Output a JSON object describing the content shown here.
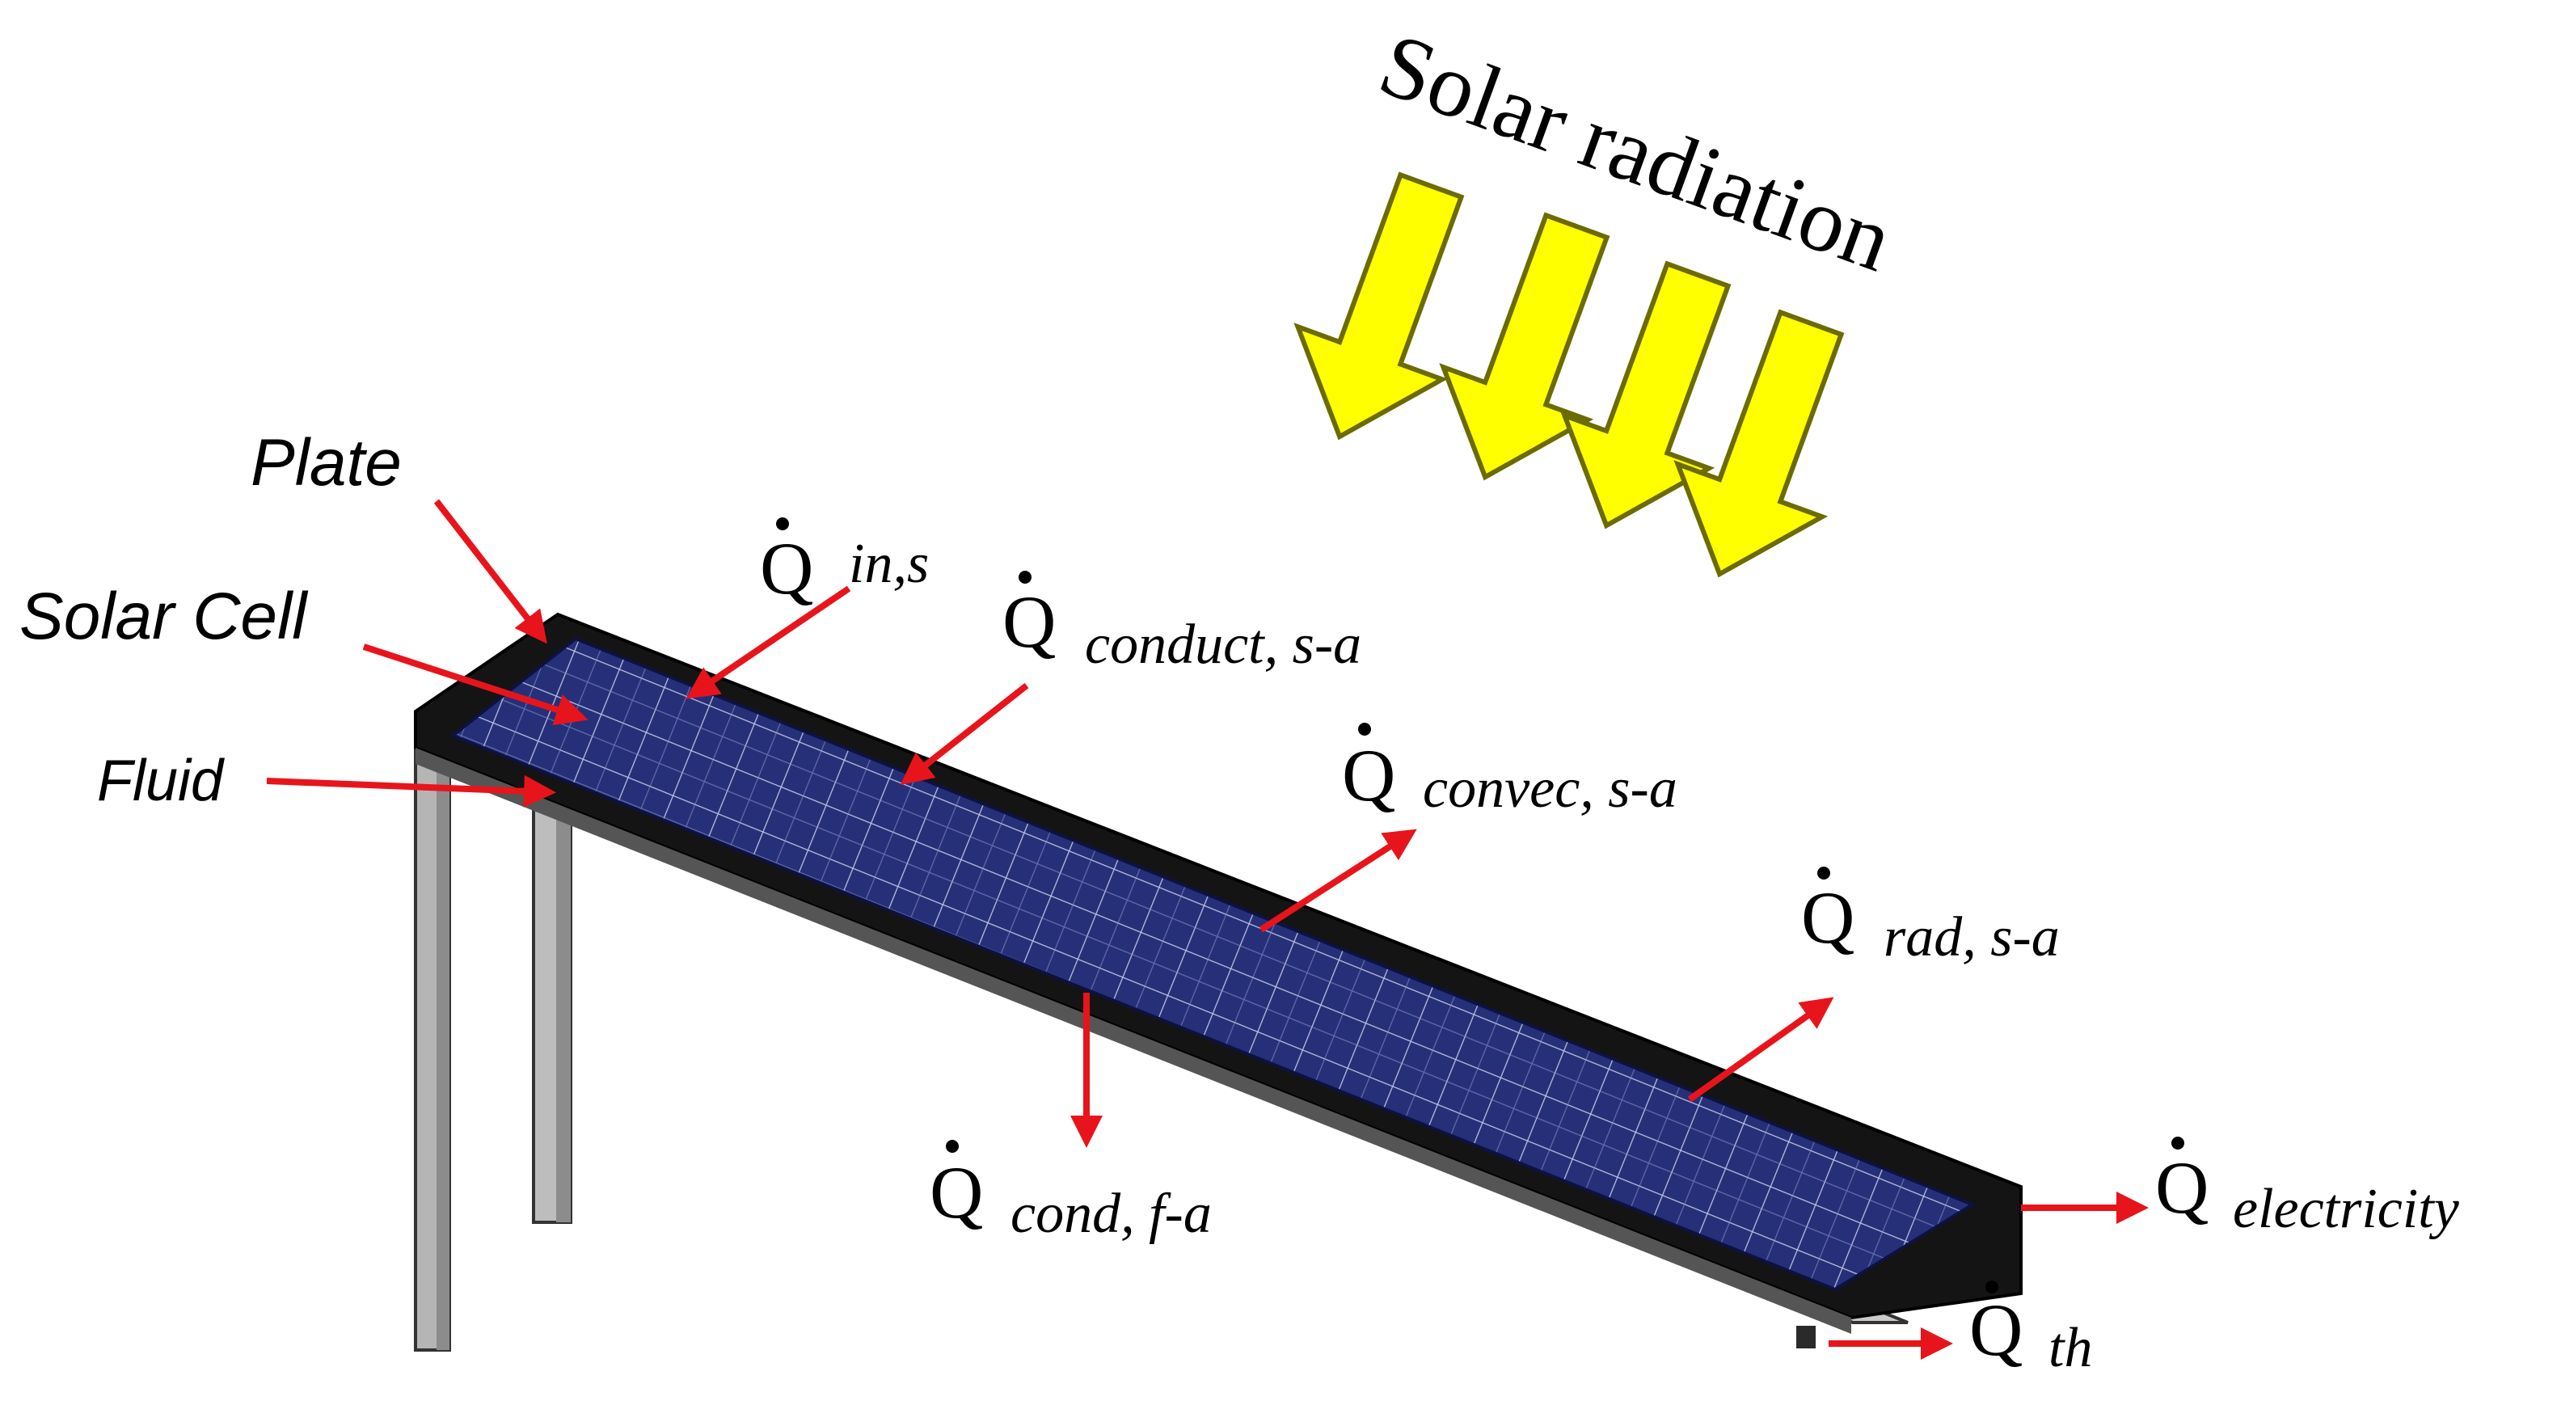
{
  "title": "Solar radiation",
  "labels": {
    "plate": "Plate",
    "solar_cell": "Solar Cell",
    "fluid": "Fluid"
  },
  "heat_flows": [
    {
      "symbol": "Q",
      "subscript": "in,s"
    },
    {
      "symbol": "Q",
      "subscript": "conduct, s-a"
    },
    {
      "symbol": "Q",
      "subscript": "convec, s-a"
    },
    {
      "symbol": "Q",
      "subscript": "rad, s-a"
    },
    {
      "symbol": "Q",
      "subscript": "cond, f-a"
    },
    {
      "symbol": "Q",
      "subscript": "electricity"
    },
    {
      "symbol": "Q",
      "subscript": "th"
    }
  ],
  "colors": {
    "arrow_red": "#e8141b",
    "sun_arrow_fill": "#ffff00",
    "sun_arrow_stroke": "#6b6b00",
    "panel_blue": "#232c78",
    "frame_black": "#141414",
    "support_gray": "#b8b8b8"
  }
}
